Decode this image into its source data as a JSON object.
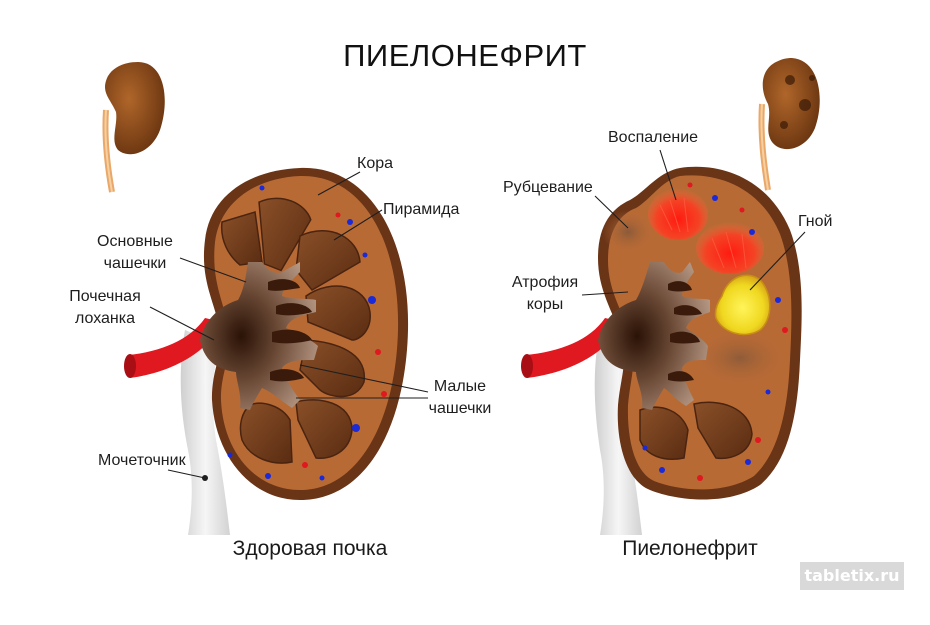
{
  "title": "ПИЕЛОНЕФРИТ",
  "healthy": {
    "caption": "Здоровая почка",
    "labels": {
      "cortex": "Кора",
      "pyramid": "Пирамида",
      "major_calyces_1": "Основные",
      "major_calyces_2": "чашечки",
      "pelvis_1": "Почечная",
      "pelvis_2": "лоханка",
      "minor_calyces_1": "Малые",
      "minor_calyces_2": "чашечки",
      "ureter": "Мочеточник"
    }
  },
  "diseased": {
    "caption": "Пиелонефрит",
    "labels": {
      "inflammation": "Воспаление",
      "scarring": "Рубцевание",
      "pus": "Гной",
      "atrophy_1": "Атрофия",
      "atrophy_2": "коры"
    }
  },
  "watermark": "tabletix.ru",
  "colors": {
    "cortex": "#b86a35",
    "capsule": "#6a3417",
    "pyramid": "#6b3a1d",
    "pelvis": "#7e5a45",
    "artery": "#e01820",
    "ureter": "#e6e6e6",
    "inflammation": "#ff2a1a",
    "pus": "#f2e020"
  },
  "icons": [
    "small-healthy-kidney-icon",
    "small-diseased-kidney-icon"
  ]
}
